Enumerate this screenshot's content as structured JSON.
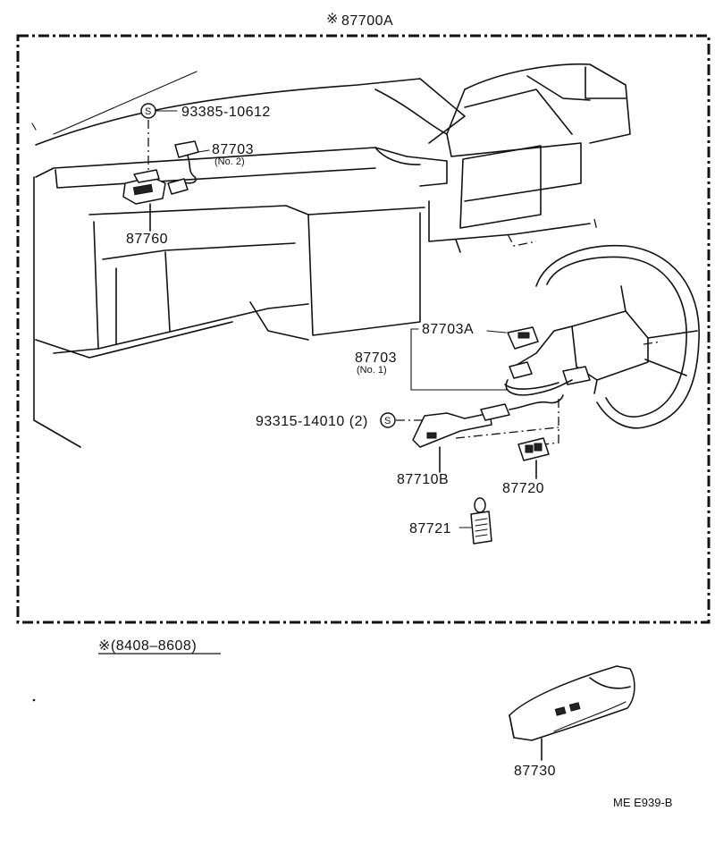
{
  "assembly": {
    "number": "87700A",
    "marker": "※"
  },
  "parts": {
    "screw_top": "93385-10612",
    "wire_no2": {
      "number": "87703",
      "note": "(No. 2)"
    },
    "switch_left": "87760",
    "part_87703A": "87703A",
    "wire_no1": {
      "number": "87703",
      "note": "(No. 1)"
    },
    "screw_bottom": "93315-14010 (2)",
    "bracket": "87710B",
    "connector": "87720",
    "tag": "87721",
    "bottom_part": "87730"
  },
  "symbols": {
    "screw": "S"
  },
  "period_note": "※(8408–8608)",
  "diagram_code": "ME E939-B"
}
